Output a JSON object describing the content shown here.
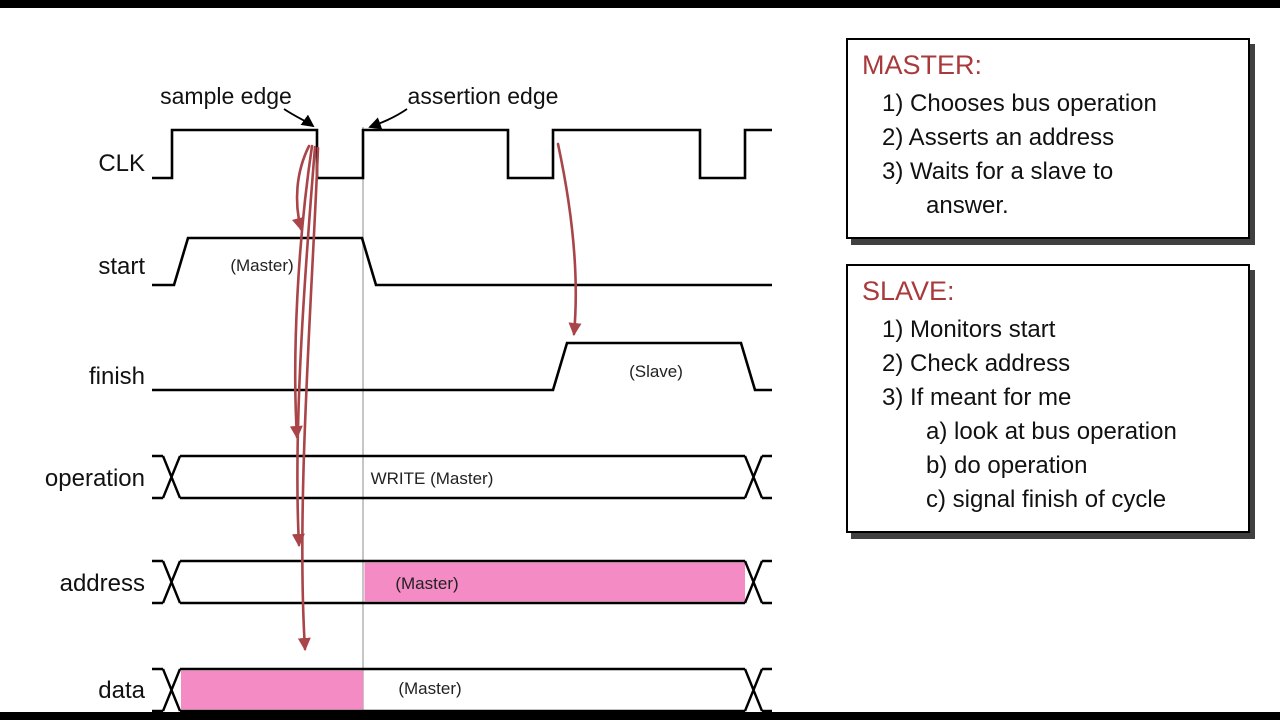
{
  "colors": {
    "accent_red": "#A93A3C",
    "arrow_red": "#A94448",
    "highlight_pink": "#F48BC4",
    "guide_gray": "#C6C6C6",
    "ink_black": "#000000"
  },
  "timing": {
    "labels": {
      "clk": "CLK",
      "start": "start",
      "finish": "finish",
      "operation": "operation",
      "address": "address",
      "data": "data"
    },
    "notes": {
      "start": "(Master)",
      "finish": "(Slave)",
      "operation": "WRITE (Master)",
      "address": "(Master)",
      "data": "(Master)"
    },
    "annotations": {
      "sample": "sample edge",
      "assertion": "assertion edge"
    }
  },
  "master_box": {
    "title": "MASTER:",
    "items": [
      "1) Chooses bus operation",
      "2) Asserts an address",
      "3) Waits for a slave to",
      "answer."
    ]
  },
  "slave_box": {
    "title": "SLAVE:",
    "items": [
      "1) Monitors start",
      "2) Check address",
      "3) If meant for me",
      "a) look at bus operation",
      "b) do operation",
      "c) signal finish of cycle"
    ]
  }
}
